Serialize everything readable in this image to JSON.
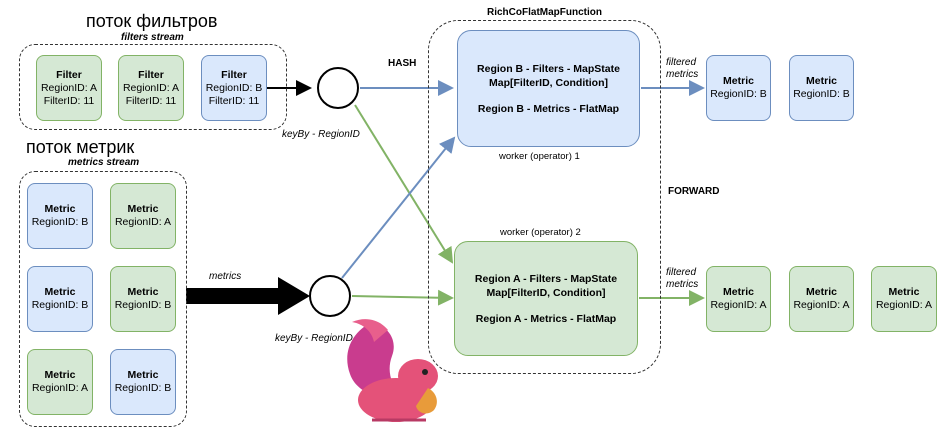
{
  "filters_group": {
    "title_ru": "поток фильтров",
    "title_en": "filters stream",
    "nodes": [
      {
        "title": "Filter",
        "line1": "RegionID: A",
        "line2": "FilterID: 11",
        "color": "green"
      },
      {
        "title": "Filter",
        "line1": "RegionID: A",
        "line2": "FilterID: 11",
        "color": "green"
      },
      {
        "title": "Filter",
        "line1": "RegionID: B",
        "line2": "FilterID: 11",
        "color": "blue"
      }
    ]
  },
  "metrics_group": {
    "title_ru": "поток метрик",
    "title_en": "metrics stream",
    "nodes": [
      {
        "title": "Metric",
        "line1": "RegionID: B",
        "color": "blue"
      },
      {
        "title": "Metric",
        "line1": "RegionID: A",
        "color": "green"
      },
      {
        "title": "Metric",
        "line1": "RegionID: B",
        "color": "blue"
      },
      {
        "title": "Metric",
        "line1": "RegionID: B",
        "color": "green"
      },
      {
        "title": "Metric",
        "line1": "RegionID: A",
        "color": "green"
      },
      {
        "title": "Metric",
        "line1": "RegionID: B",
        "color": "blue"
      }
    ]
  },
  "labels": {
    "keyby_top": "keyBy - RegionID",
    "keyby_bottom": "keyBy - RegionID",
    "metrics": "metrics",
    "hash": "HASH",
    "forward": "FORWARD",
    "rich_title": "RichCoFlatMapFunction",
    "worker1": "worker (operator) 1",
    "worker2": "worker (operator) 2",
    "filtered_top_1": "filtered",
    "filtered_top_2": "metrics",
    "filtered_bottom_1": "filtered",
    "filtered_bottom_2": "metrics"
  },
  "operators": {
    "b": {
      "line1": "Region B - Filters - MapState",
      "line2": "Map[FilterID, Condition]",
      "line3": "Region B - Metrics - FlatMap"
    },
    "a": {
      "line1": "Region A - Filters - MapState",
      "line2": "Map[FilterID, Condition]",
      "line3": "Region A - Metrics - FlatMap"
    }
  },
  "outputs_top": [
    {
      "title": "Metric",
      "line1": "RegionID: B",
      "color": "blue"
    },
    {
      "title": "Metric",
      "line1": "RegionID: B",
      "color": "blue"
    }
  ],
  "outputs_bottom": [
    {
      "title": "Metric",
      "line1": "RegionID: A",
      "color": "green"
    },
    {
      "title": "Metric",
      "line1": "RegionID: A",
      "color": "green"
    },
    {
      "title": "Metric",
      "line1": "RegionID: A",
      "color": "green"
    }
  ],
  "colors": {
    "green_fill": "#d5e8d4",
    "green_stroke": "#82b366",
    "blue_fill": "#dae8fc",
    "blue_stroke": "#6c8ebf",
    "edge_blue": "#6c8ebf",
    "edge_green": "#82b366"
  }
}
